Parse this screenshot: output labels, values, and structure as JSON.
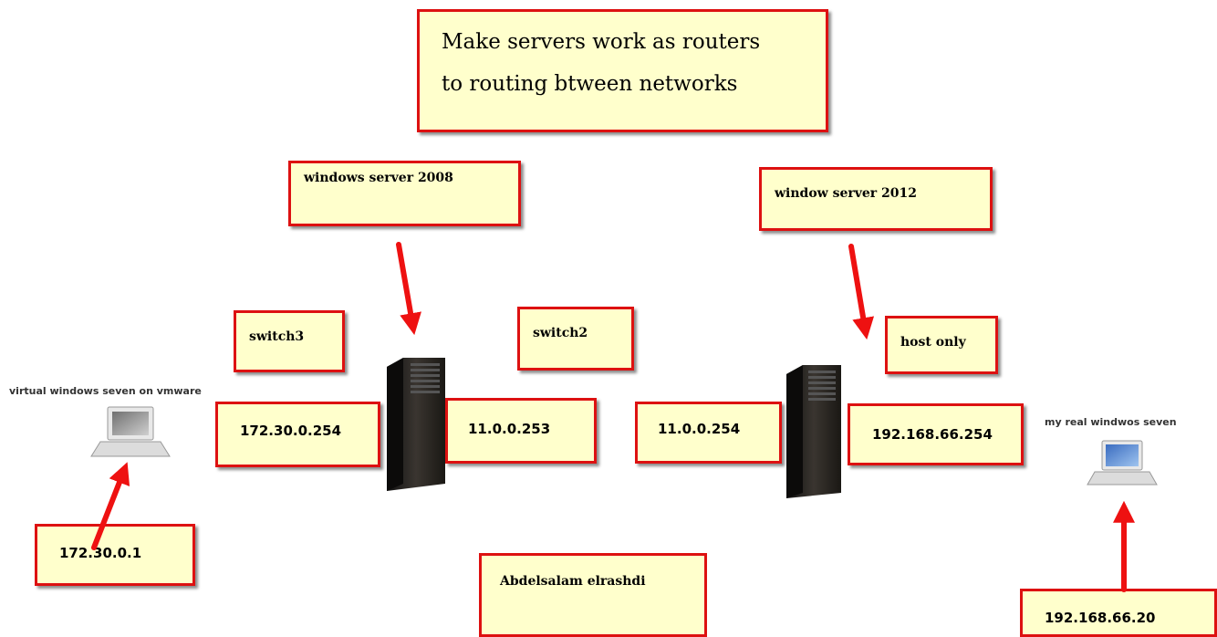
{
  "title": {
    "line1": "Make servers work as routers",
    "line2": "to routing btween networks"
  },
  "servers": {
    "left": {
      "label": "windows server 2008"
    },
    "right": {
      "label": "window server 2012"
    }
  },
  "switches": {
    "switch3": "switch3",
    "switch2": "switch2",
    "host_only": "host only"
  },
  "ips": {
    "left_server_left": "172.30.0.254",
    "left_server_right": "11.0.0.253",
    "right_server_left": "11.0.0.254",
    "right_server_right": "192.168.66.254",
    "virtual_client": "172.30.0.1",
    "real_client": "192.168.66.20"
  },
  "clients": {
    "virtual": "virtual windows seven on vmware",
    "real": "my real windwos seven"
  },
  "author": "Abdelsalam elrashdi",
  "colors": {
    "note_fill": "#ffffcc",
    "note_border": "#dd1111",
    "arrow": "#ee1111",
    "server": "#2a2622"
  }
}
